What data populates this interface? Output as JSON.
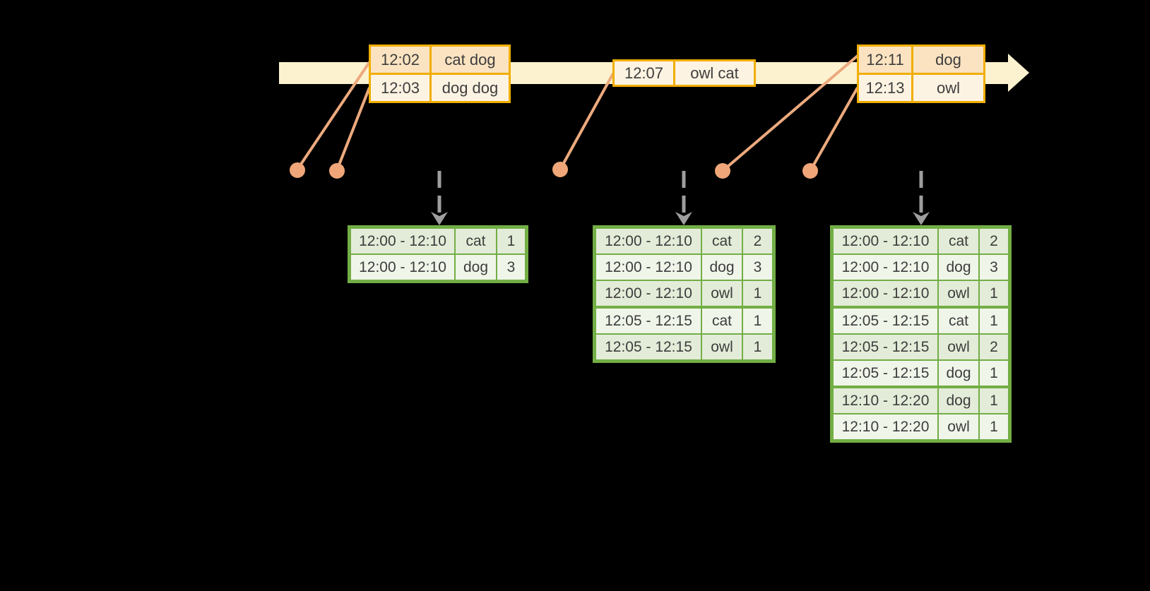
{
  "diagram": {
    "title": "windowed-grouped-aggregation-stream",
    "timeline": {
      "direction": "right",
      "style": "arrow-band"
    },
    "event_batches": [
      {
        "rows": [
          {
            "time": "12:02",
            "text": "cat dog"
          },
          {
            "time": "12:03",
            "text": "dog dog"
          }
        ]
      },
      {
        "rows": [
          {
            "time": "12:07",
            "text": "owl cat"
          }
        ]
      },
      {
        "rows": [
          {
            "time": "12:11",
            "text": "dog"
          },
          {
            "time": "12:13",
            "text": "owl"
          }
        ]
      }
    ],
    "result_tables": [
      {
        "rows": [
          {
            "window": "12:00 - 12:10",
            "word": "cat",
            "count": "1"
          },
          {
            "window": "12:00 - 12:10",
            "word": "dog",
            "count": "3"
          }
        ]
      },
      {
        "rows": [
          {
            "window": "12:00 - 12:10",
            "word": "cat",
            "count": "2"
          },
          {
            "window": "12:00 - 12:10",
            "word": "dog",
            "count": "3"
          },
          {
            "window": "12:00 - 12:10",
            "word": "owl",
            "count": "1"
          },
          {
            "window": "12:05 - 12:15",
            "word": "cat",
            "count": "1",
            "group_start": true
          },
          {
            "window": "12:05 - 12:15",
            "word": "owl",
            "count": "1"
          }
        ]
      },
      {
        "rows": [
          {
            "window": "12:00 - 12:10",
            "word": "cat",
            "count": "2"
          },
          {
            "window": "12:00 - 12:10",
            "word": "dog",
            "count": "3"
          },
          {
            "window": "12:00 - 12:10",
            "word": "owl",
            "count": "1"
          },
          {
            "window": "12:05 - 12:15",
            "word": "cat",
            "count": "1",
            "group_start": true
          },
          {
            "window": "12:05 - 12:15",
            "word": "owl",
            "count": "2"
          },
          {
            "window": "12:05 - 12:15",
            "word": "dog",
            "count": "1"
          },
          {
            "window": "12:10 - 12:20",
            "word": "dog",
            "count": "1",
            "group_start": true
          },
          {
            "window": "12:10 - 12:20",
            "word": "owl",
            "count": "1"
          }
        ]
      }
    ],
    "colors": {
      "background": "#000000",
      "timeline_fill": "#fdf2cf",
      "event_border": "#f0ae00",
      "event_row_dark": "#fbe3c1",
      "event_row_light": "#fdf3e2",
      "result_border": "#72ae45",
      "result_row_dark": "#e3ecd8",
      "result_row_light": "#f0f5ea",
      "connector": "#ecaa7e",
      "dot": "#f0a678",
      "trigger_arrow": "#9e9e9e",
      "text": "#3d3d3d"
    }
  }
}
